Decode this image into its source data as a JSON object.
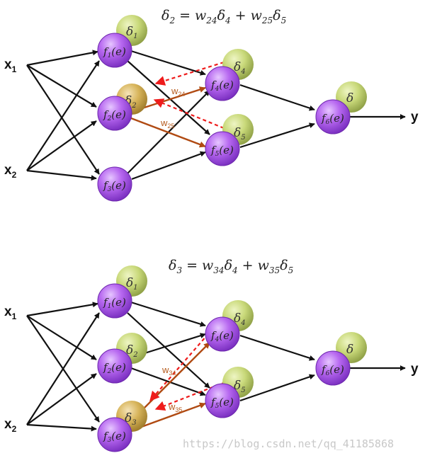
{
  "panels": [
    {
      "equation": {
        "lhs": "δ",
        "lhs_sub": "2",
        "t1_w": "w",
        "t1_wsub": "24",
        "t1_d": "δ",
        "t1_dsub": "4",
        "plus": "+",
        "t2_w": "w",
        "t2_wsub": "25",
        "t2_d": "δ",
        "t2_dsub": "5"
      },
      "active_hidden": "2",
      "weights": [
        {
          "main": "w",
          "sub": "24"
        },
        {
          "main": "w",
          "sub": "25"
        }
      ]
    },
    {
      "equation": {
        "lhs": "δ",
        "lhs_sub": "3",
        "t1_w": "w",
        "t1_wsub": "34",
        "t1_d": "δ",
        "t1_dsub": "4",
        "plus": "+",
        "t2_w": "w",
        "t2_wsub": "35",
        "t2_d": "δ",
        "t2_dsub": "5"
      },
      "active_hidden": "3",
      "weights": [
        {
          "main": "w",
          "sub": "34"
        },
        {
          "main": "w",
          "sub": "35"
        }
      ]
    }
  ],
  "inputs": [
    {
      "main": "x",
      "sub": "1"
    },
    {
      "main": "x",
      "sub": "2"
    }
  ],
  "output_label": "y",
  "neurons": [
    {
      "id": "1",
      "label": "f",
      "sub": "1",
      "arg": "(e)",
      "delta": "δ",
      "delta_sub": "1"
    },
    {
      "id": "2",
      "label": "f",
      "sub": "2",
      "arg": "(e)",
      "delta": "δ",
      "delta_sub": "2"
    },
    {
      "id": "3",
      "label": "f",
      "sub": "3",
      "arg": "(e)",
      "delta": "δ",
      "delta_sub": "3"
    },
    {
      "id": "4",
      "label": "f",
      "sub": "4",
      "arg": "(e)",
      "delta": "δ",
      "delta_sub": "4"
    },
    {
      "id": "5",
      "label": "f",
      "sub": "5",
      "arg": "(e)",
      "delta": "δ",
      "delta_sub": "5"
    },
    {
      "id": "6",
      "label": "f",
      "sub": "6",
      "arg": "(e)",
      "delta": "δ",
      "delta_sub": ""
    }
  ],
  "colors": {
    "neuron": "#b768f0",
    "neuron_dark": "#7a2fc0",
    "delta": "#c9d97a",
    "delta_active": "#d7b45a",
    "arrow": "#111111",
    "weight_arrow": "#b04a12",
    "backprop": "#ee1c1c"
  },
  "watermark": "https://blog.csdn.net/qq_41185868"
}
